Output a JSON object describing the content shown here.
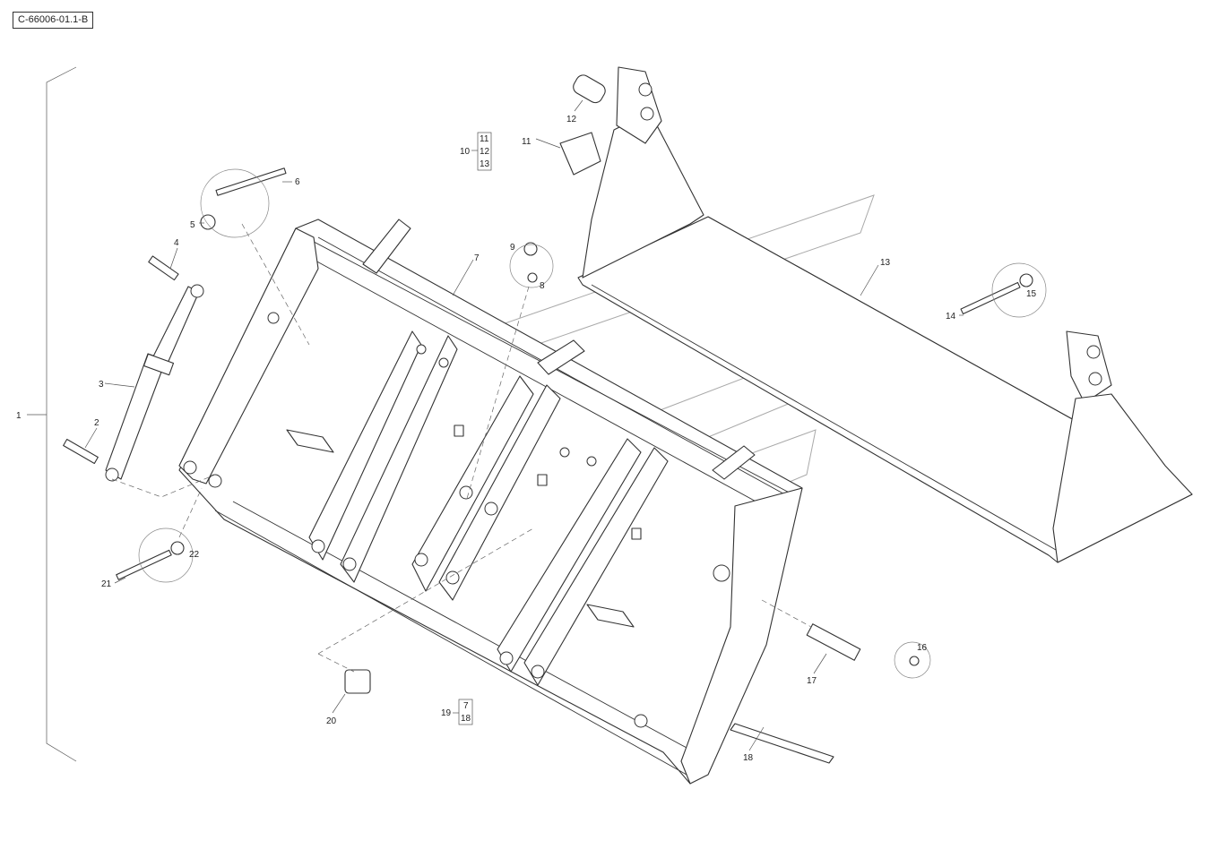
{
  "diagram": {
    "reference_code": "C-66006-01.1-B",
    "callouts": {
      "c1": "1",
      "c2": "2",
      "c3": "3",
      "c4": "4",
      "c5": "5",
      "c6": "6",
      "c7": "7",
      "c8": "8",
      "c9": "9",
      "c10": "10",
      "c11": "11",
      "c12": "12",
      "c13": "13",
      "c14": "14",
      "c15": "15",
      "c16": "16",
      "c17": "17",
      "c18": "18",
      "c19": "19",
      "c20": "20",
      "c21": "21",
      "c22": "22"
    },
    "group_10_items": [
      "11",
      "12",
      "13"
    ],
    "group_19_items": [
      "7",
      "18"
    ]
  }
}
